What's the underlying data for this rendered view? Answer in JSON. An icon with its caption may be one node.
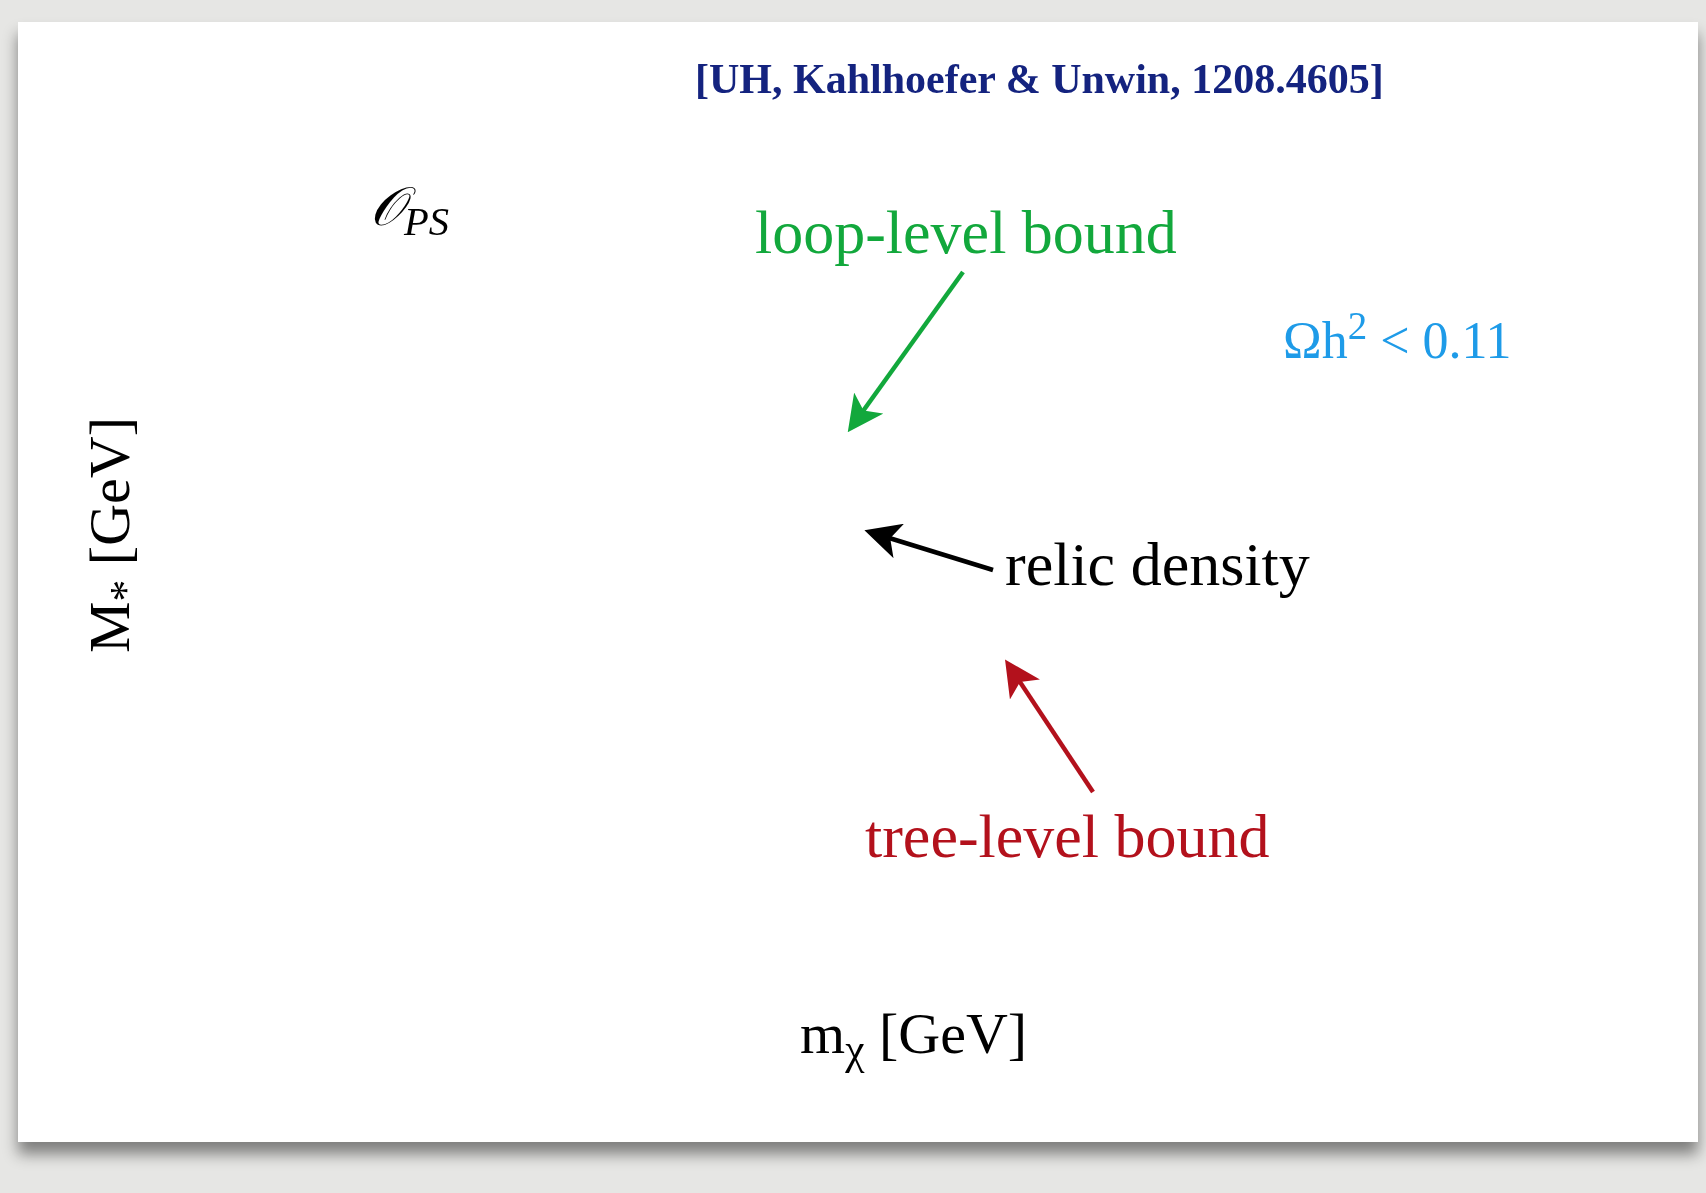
{
  "diagram": {
    "nodes": [
      {
        "text": [
          "loop-level bound"
        ]
      },
      {
        "text": [
          "relic density"
        ]
      },
      {
        "text": [
          "tree-level bound"
        ]
      }
    ],
    "edges": [
      {
        "from": 0,
        "to": null,
        "arrow": "to",
        "color": "#12a83c"
      },
      {
        "from": 1,
        "to": null,
        "arrow": "to",
        "color": "#000000"
      },
      {
        "from": 2,
        "to": null,
        "arrow": "to",
        "color": "#b3111c"
      }
    ],
    "labels": [
      "[UH, Kahlhoefer & Unwin, 1208.4605]",
      "𝒪$_{PS}$",
      "Ωh$^{2}$ < 0.11",
      "M$_{*}$ [GeV]",
      "m$_{χ}$ [GeV]"
    ]
  }
}
